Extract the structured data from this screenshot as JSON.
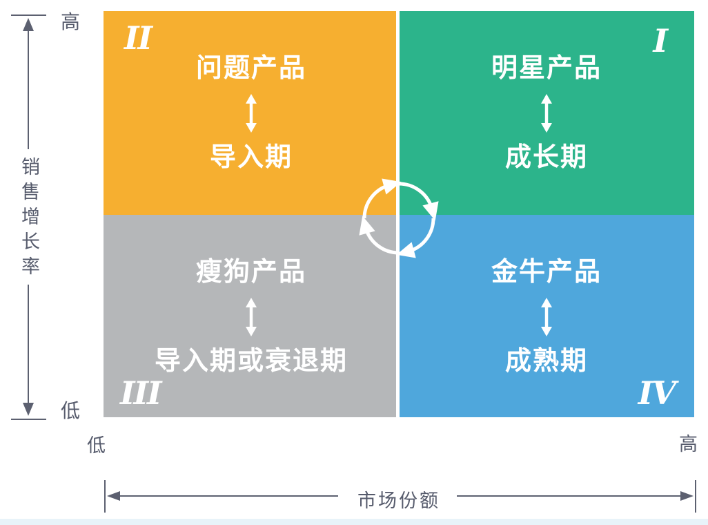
{
  "diagram": {
    "type": "bcg-growth-share-matrix",
    "y_axis": {
      "title": "销售增长率",
      "top_label": "高",
      "bottom_label": "低"
    },
    "x_axis": {
      "title": "市场份额",
      "left_label": "低",
      "right_label": "高"
    },
    "quadrants": [
      {
        "numeral": "II",
        "position": "top-left",
        "product": "问题产品",
        "stage": "导入期",
        "color": "#F6AF30"
      },
      {
        "numeral": "I",
        "position": "top-right",
        "product": "明星产品",
        "stage": "成长期",
        "color": "#2CB48B"
      },
      {
        "numeral": "III",
        "position": "bottom-left",
        "product": "瘦狗产品",
        "stage": "导入期或衰退期",
        "color": "#B5B7B9"
      },
      {
        "numeral": "IV",
        "position": "bottom-right",
        "product": "金牛产品",
        "stage": "成熟期",
        "color": "#4FA7DC"
      }
    ],
    "icons": {
      "center": "cycle-arrows-icon",
      "quadrant_link": "vertical-double-arrow-icon"
    },
    "colors": {
      "orange": "#F6AF30",
      "green": "#2CB48B",
      "gray": "#B5B7B9",
      "blue": "#4FA7DC",
      "axis": "#5C6070",
      "text": "#565B6C",
      "divider": "#FFFFFF",
      "footer_strip": "#E8F3F9",
      "background": "#FFFFFF"
    }
  }
}
